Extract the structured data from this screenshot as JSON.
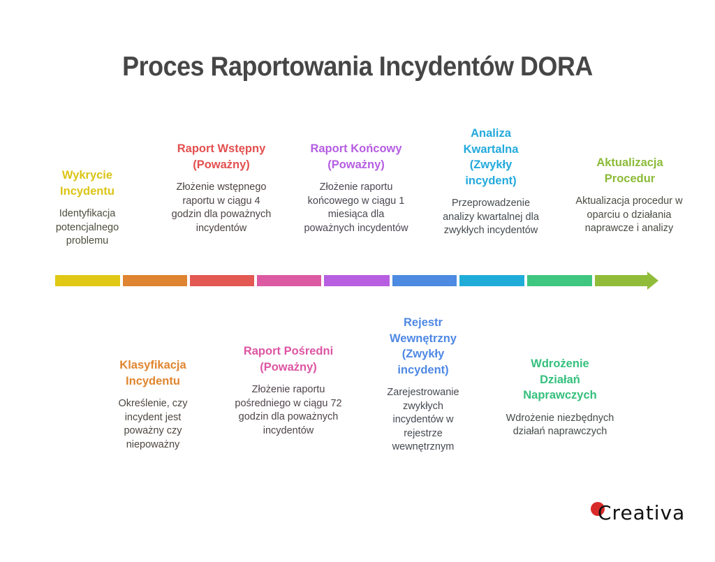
{
  "title": "Proces Raportowania Incydentów DORA",
  "colors": {
    "yellow": "#e0c814",
    "orange": "#df8430",
    "red": "#e35852",
    "pink": "#dc5aa2",
    "purple": "#b75fe0",
    "blue": "#4d8ae2",
    "cyan": "#20acd8",
    "green": "#3fc681",
    "lime": "#91bc3a"
  },
  "steps": [
    {
      "order": 1,
      "position": "top",
      "heading": "Wykrycie Incydentu",
      "description": "Identyfikacja potencjalnego problemu",
      "color": "#dcc414"
    },
    {
      "order": 2,
      "position": "bottom",
      "heading": "Klasyfikacja Incydentu",
      "description": "Określenie, czy incydent jest poważny czy niepoważny",
      "color": "#e0852e"
    },
    {
      "order": 3,
      "position": "top",
      "heading": "Raport Wstępny (Poważny)",
      "description": "Złożenie wstępnego raportu w ciągu 4 godzin dla poważnych incydentów",
      "color": "#e34f4f"
    },
    {
      "order": 4,
      "position": "bottom",
      "heading": "Raport Pośredni (Poważny)",
      "description": "Złożenie raportu pośredniego w ciągu 72 godzin dla poważnych incydentów",
      "color": "#dc55a3"
    },
    {
      "order": 5,
      "position": "top",
      "heading": "Raport Końcowy (Poważny)",
      "description": "Złożenie raportu końcowego w ciągu 1 miesiąca dla poważnych incydentów",
      "color": "#b65de2"
    },
    {
      "order": 6,
      "position": "bottom",
      "heading": "Rejestr Wewnętrzny (Zwykły incydent)",
      "description": "Zarejestrowanie zwykłych incydentów w rejestrze wewnętrznym",
      "color": "#4e88e4"
    },
    {
      "order": 7,
      "position": "top",
      "heading": "Analiza Kwartalna (Zwykły incydent)",
      "description": "Przeprowadzenie analizy kwartalnej dla zwykłych incydentów",
      "color": "#22a9dc"
    },
    {
      "order": 8,
      "position": "bottom",
      "heading": "Wdrożenie Działań Naprawczych",
      "description": "Wdrożenie niezbędnych działań naprawczych",
      "color": "#34c07c"
    },
    {
      "order": 9,
      "position": "top",
      "heading": "Aktualizacja Procedur",
      "description": "Aktualizacja procedur w oparciu o działania naprawcze i analizy",
      "color": "#8bbb38"
    }
  ],
  "logo": {
    "text": "Creativa",
    "accent": "#d92a2a"
  }
}
